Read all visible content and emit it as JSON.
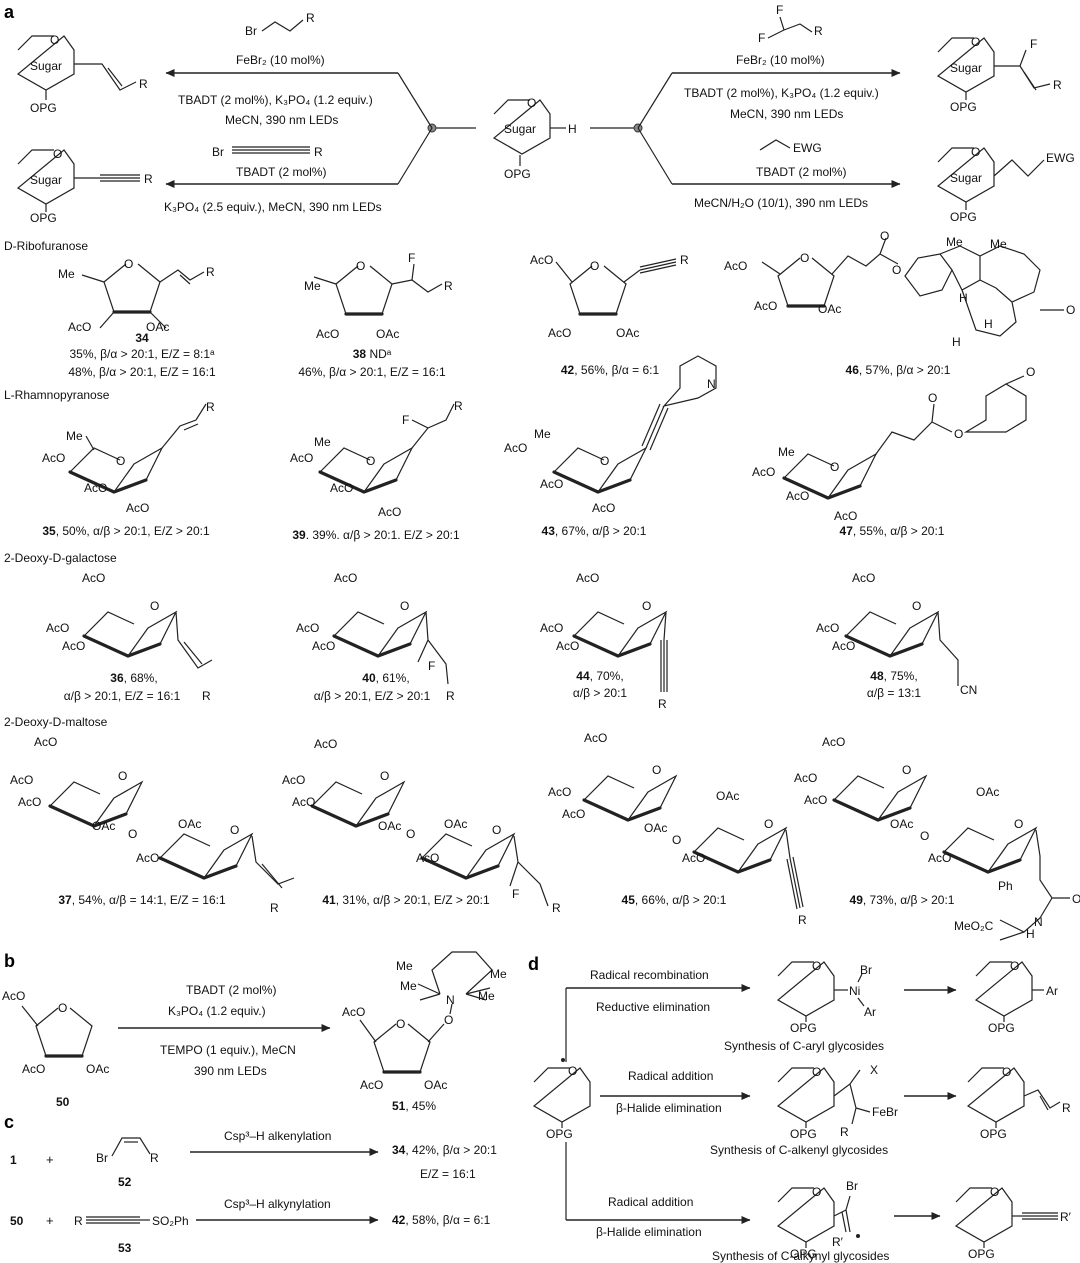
{
  "panel_labels": {
    "a": "a",
    "b": "b",
    "c": "c",
    "d": "d"
  },
  "common": {
    "sugar": "Sugar",
    "opg": "OPG",
    "o": "O",
    "h": "H",
    "r": "R",
    "f": "F",
    "br": "Br",
    "me": "Me",
    "aco": "AcO",
    "oac": "OAc",
    "ewg": "EWG",
    "cn": "CN",
    "n": "N",
    "ph": "Ph",
    "x": "X",
    "ni": "Ni",
    "ar": "Ar",
    "r_prime": "R′",
    "ome": "MeO₂C",
    "nh": "H",
    "one": "1",
    "fifty": "50",
    "plus": "+"
  },
  "panel_a": {
    "left_top": {
      "reagent": "FeBr₂ (10 mol%)",
      "cond1": "TBADT (2 mol%), K₃PO₄ (1.2 equiv.)",
      "cond2": "MeCN, 390 nm LEDs"
    },
    "left_bottom": {
      "reagent": "TBADT (2 mol%)",
      "cond1": "K₃PO₄ (2.5 equiv.), MeCN, 390 nm LEDs"
    },
    "right_top": {
      "reagent": "FeBr₂ (10 mol%)",
      "cond1": "TBADT (2 mol%), K₃PO₄ (1.2 equiv.)",
      "cond2": "MeCN, 390 nm LEDs"
    },
    "right_bottom": {
      "reagent": "TBADT (2 mol%)",
      "cond1": "MeCN/H₂O (10/1), 390 nm LEDs"
    },
    "sections": [
      "D-Ribofuranose",
      "L-Rhamnopyranose",
      "2-Deoxy-D-galactose",
      "2-Deoxy-D-maltose"
    ],
    "compounds": [
      {
        "num": "34",
        "lines": [
          "35%, β/α > 20:1, E/Z = 8:1ᵃ",
          "48%, β/α > 20:1, E/Z = 16:1"
        ]
      },
      {
        "num": "38",
        "lines": [
          " NDᵃ",
          "46%, β/α > 20:1, E/Z = 16:1"
        ]
      },
      {
        "num": "42",
        "lines": [
          ", 56%, β/α = 6:1"
        ]
      },
      {
        "num": "46",
        "lines": [
          ", 57%, β/α > 20:1"
        ]
      },
      {
        "num": "35",
        "lines": [
          ", 50%, α/β > 20:1, E/Z > 20:1"
        ]
      },
      {
        "num": "39",
        "lines": [
          ". 39%. α/β > 20:1. E/Z > 20:1"
        ]
      },
      {
        "num": "43",
        "lines": [
          ", 67%, α/β > 20:1"
        ]
      },
      {
        "num": "47",
        "lines": [
          ", 55%, α/β > 20:1"
        ]
      },
      {
        "num": "36",
        "lines": [
          ", 68%,",
          "α/β > 20:1, E/Z = 16:1"
        ]
      },
      {
        "num": "40",
        "lines": [
          ", 61%,",
          "α/β > 20:1, E/Z > 20:1"
        ]
      },
      {
        "num": "44",
        "lines": [
          ", 70%,",
          "α/β > 20:1"
        ]
      },
      {
        "num": "48",
        "lines": [
          ", 75%,",
          "α/β = 13:1"
        ]
      },
      {
        "num": "37",
        "lines": [
          ", 54%, α/β = 14:1, E/Z = 16:1"
        ]
      },
      {
        "num": "41",
        "lines": [
          ", 31%, α/β > 20:1, E/Z > 20:1"
        ]
      },
      {
        "num": "45",
        "lines": [
          ", 66%, α/β > 20:1"
        ]
      },
      {
        "num": "49",
        "lines": [
          ", 73%, α/β > 20:1"
        ]
      }
    ]
  },
  "panel_b": {
    "cond1": "TBADT (2 mol%)",
    "cond2": "K₃PO₄ (1.2 equiv.)",
    "cond3": "TEMPO (1 equiv.), MeCN",
    "cond4": "390 nm LEDs",
    "sm": "50",
    "product": "51",
    "product_yield": ", 45%"
  },
  "panel_c": {
    "row1": {
      "sm": "1",
      "reagent": "52",
      "arrow": "Csp³–H alkenylation",
      "product": "34",
      "yield1": ", 42%, β/α > 20:1",
      "yield2": "E/Z = 16:1"
    },
    "row2": {
      "sm": "50",
      "reagent": "53",
      "so2ph": "SO₂Ph",
      "arrow": "Csp³–H alkynylation",
      "product": "42",
      "yield1": ", 58%, β/α = 6:1"
    }
  },
  "panel_d": {
    "top": {
      "step1": "Radical recombination",
      "step2": "Reductive elimination",
      "caption": "Synthesis of C-aryl glycosides"
    },
    "middle": {
      "step1": "Radical addition",
      "step2": "β-Halide elimination",
      "caption": "Synthesis of C-alkenyl glycosides",
      "fe": "FeBr"
    },
    "bottom": {
      "step1": "Radical addition",
      "step2": "β-Halide elimination",
      "caption": "Synthesis of C-alkynyl glycosides"
    }
  }
}
